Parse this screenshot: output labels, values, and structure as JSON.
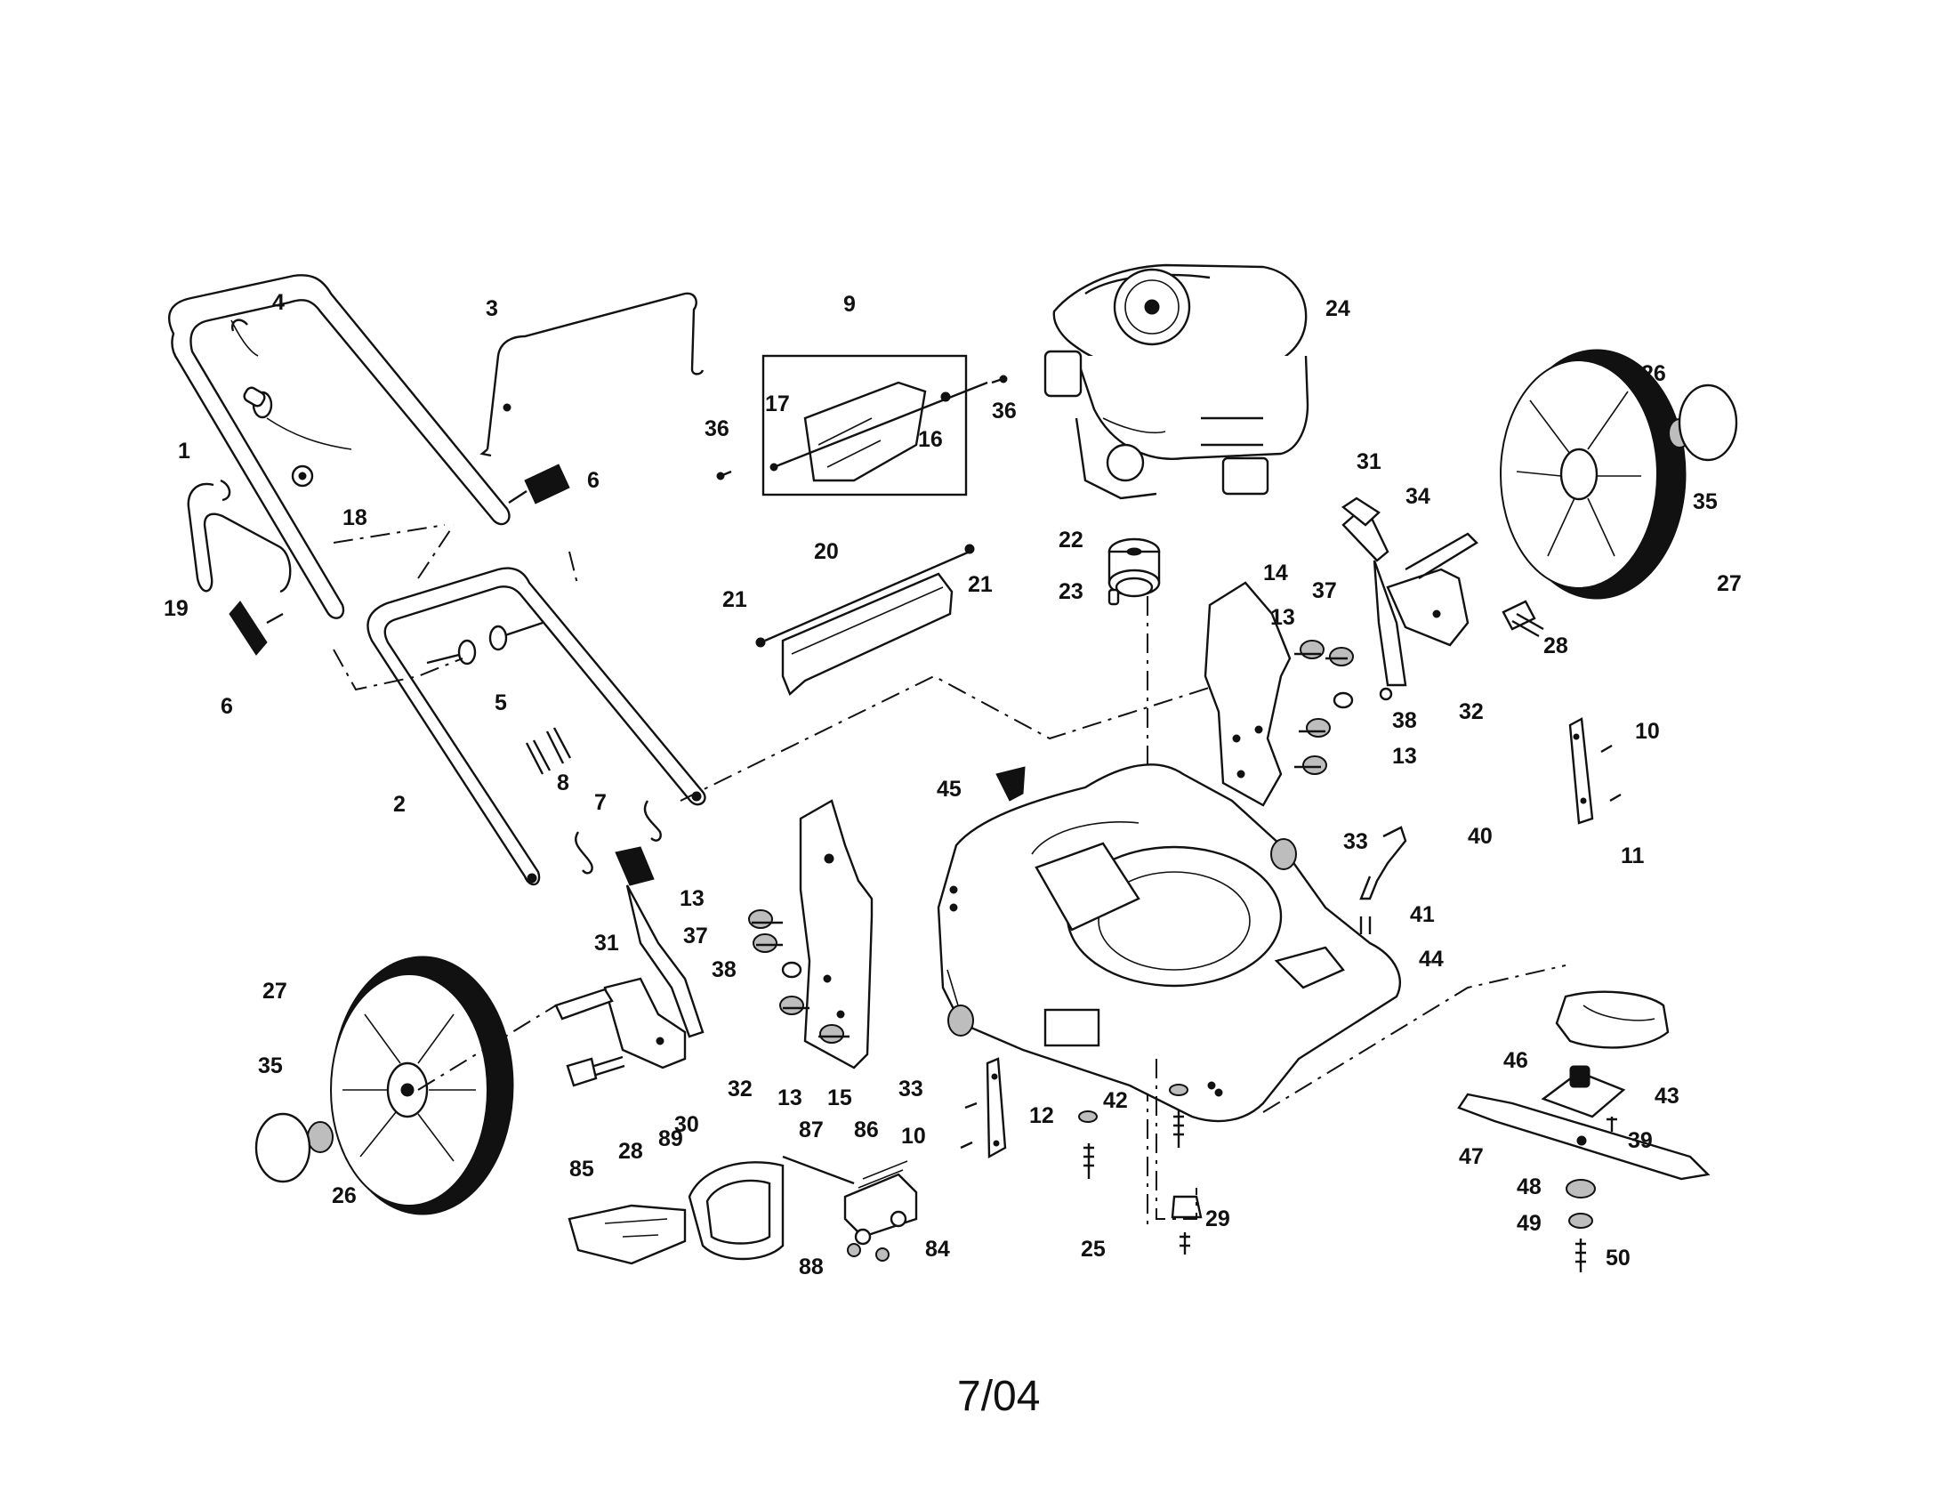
{
  "diagram": {
    "footer_date": "7/04",
    "callouts": [
      "1",
      "2",
      "3",
      "4",
      "5",
      "6",
      "6",
      "7",
      "8",
      "9",
      "10",
      "10",
      "11",
      "12",
      "13",
      "13",
      "13",
      "13",
      "14",
      "15",
      "16",
      "17",
      "18",
      "19",
      "20",
      "21",
      "21",
      "22",
      "23",
      "24",
      "25",
      "26",
      "26",
      "27",
      "27",
      "28",
      "28",
      "29",
      "30",
      "31",
      "31",
      "32",
      "32",
      "33",
      "33",
      "34",
      "35",
      "35",
      "36",
      "36",
      "37",
      "37",
      "38",
      "38",
      "39",
      "40",
      "41",
      "42",
      "43",
      "44",
      "45",
      "46",
      "47",
      "48",
      "49",
      "50",
      "84",
      "85",
      "86",
      "87",
      "88",
      "89"
    ]
  }
}
